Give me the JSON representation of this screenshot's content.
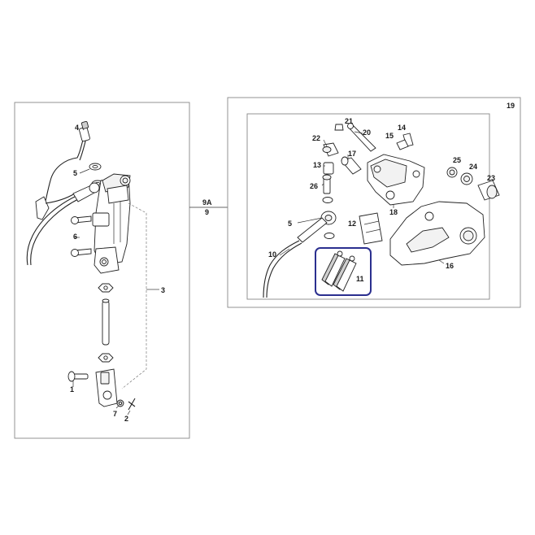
{
  "labels": {
    "l1": "1",
    "l2": "2",
    "l3": "3",
    "l4": "4",
    "l5a": "5",
    "l6": "6",
    "l7": "7",
    "l9a": "9A",
    "l9": "9",
    "l5b": "5",
    "l10": "10",
    "l11": "11",
    "l12": "12",
    "l13": "13",
    "l14": "14",
    "l15": "15",
    "l16": "16",
    "l17": "17",
    "l18": "18",
    "l19": "19",
    "l20": "20",
    "l21": "21",
    "l22": "22",
    "l23": "23",
    "l24": "24",
    "l25": "25",
    "l26": "26"
  },
  "colors": {
    "line": "#222222",
    "frame": "#888888",
    "highlight": "#2b2f8f"
  }
}
